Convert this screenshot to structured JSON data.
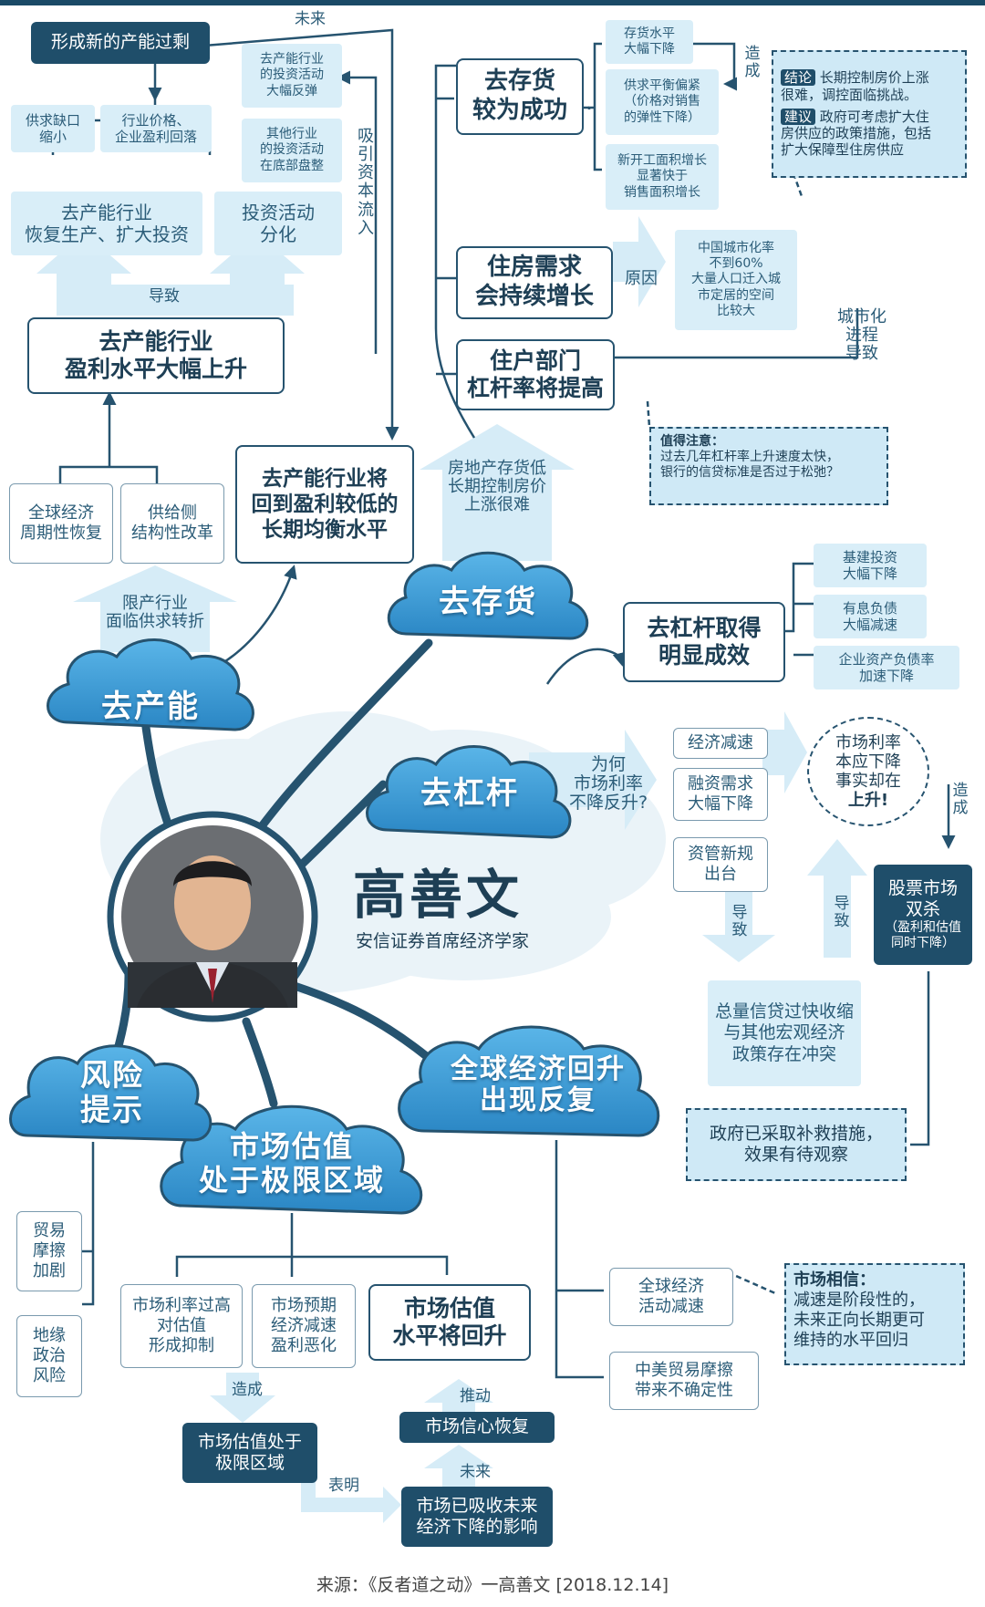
{
  "center": {
    "name": "高善文",
    "title": "安信证券首席经济学家"
  },
  "source": "来源：《反者道之动》一高善文 [2018.12.14]",
  "colors": {
    "dark": "#1f4e6a",
    "light": "#d9eef8",
    "cloud": "#3d9ad4",
    "line": "#26536f"
  },
  "icons": {
    "portrait": "person-portrait"
  },
  "branches": {
    "destock": "去存货",
    "decap": "去产能",
    "deleverage": "去杠杆",
    "global": "全球经济回升\n出现反复",
    "valuation": "市场估值\n处于极限区域",
    "risk": "风险\n提示"
  },
  "capacity": {
    "new_overcap": "形成新的产能过剩",
    "future_label": "未来",
    "supply_gap": "供求缺口\n缩小",
    "price_recover": "行业价格、\n企业盈利回落",
    "invest_rebound": "去产能行业\n的投资活动\n大幅反弹",
    "other_invest": "其他行业\n的投资活动\n在底部盘整",
    "resume_production": "去产能行业\n恢复生产、扩大投资",
    "invest_divergence": "投资活动\n分化",
    "attract_capital": "吸\n引\n资\n本\n流\n入",
    "lead_label": "导致",
    "profit_rise": "去产能行业\n盈利水平大幅上升",
    "global_recovery": "全球经济\n周期性恢复",
    "supply_reform": "供给侧\n结构性改革",
    "long_term_equilibrium": "去产能行业将\n回到盈利较低的\n长期均衡水平",
    "supply_demand_shift": "限产行业\n面临供求转折"
  },
  "inventory": {
    "main": "去存货\n较为成功",
    "inventory_drop": "存货水平\n大幅下降",
    "supply_tight": "供求平衡偏紧\n（价格对销售\n的弹性下降）",
    "new_construction": "新开工面积增长\n显著快于\n销售面积增长",
    "cause_label": "造\n成",
    "conclusion_tag": "结论",
    "conclusion_text": "长期控制房价上涨\n很难，调控面临挑战。",
    "advice_tag": "建议",
    "advice_text": "政府可考虑扩大住\n房供应的政策措施，包括\n扩大保障型住房供应",
    "housing_demand": "住房需求\n会持续增长",
    "reason_label": "原因",
    "urbanization": "中国城市化率\n不到60%\n大量人口迁入城\n市定居的空间\n比较大",
    "urbanization_leads": "城市化\n进程\n导致",
    "household_leverage": "住户部门\n杠杆率将提高",
    "attention_title": "值得注意：",
    "attention_text": "过去几年杠杆率上升速度太快，\n银行的信贷标准是否过于松弛？",
    "low_inventory": "房地产存货低\n长期控制房价\n上涨很难"
  },
  "leverage": {
    "main": "去杠杆取得\n明显成效",
    "infra": "基建投资\n大幅下降",
    "interest_debt": "有息负债\n大幅减速",
    "asset_ratio": "企业资产负债率\n加速下降",
    "why_question": "为何\n市场利率\n不降反升?",
    "econ_slow": "经济减速",
    "finance_drop": "融资需求\n大幅下降",
    "asset_mgmt": "资管新规\n出台",
    "rate_rise_a": "市场利率\n本应下降\n事实却在",
    "rate_rise_b": "上升!",
    "cause_label": "造\n成",
    "stock_double": "股票市场\n双杀",
    "stock_double_sub": "（盈利和估值\n同时下降）",
    "lead_a": "导\n致",
    "lead_b": "导\n致",
    "credit_conflict": "总量信贷过快收缩\n与其他宏观经济\n政策存在冲突",
    "gov_remedy": "政府已采取补救措施，\n效果有待观察"
  },
  "global": {
    "slowdown": "全球经济\n活动减速",
    "market_belief_title": "市场相信：",
    "market_belief_text": "减速是阶段性的，\n未来正向长期更可\n维持的水平回归",
    "trade_friction": "中美贸易摩擦\n带来不确定性"
  },
  "risk": {
    "trade": "贸易\n摩擦\n加剧",
    "geo": "地缘\n政治\n风险"
  },
  "valuation": {
    "rate_high": "市场利率过高\n对估值\n形成抑制",
    "expect_down": "市场预期\n经济减速\n盈利恶化",
    "val_rebound": "市场估值\n水平将回升",
    "cause_label": "造成",
    "extreme_zone": "市场估值处于\n极限区域",
    "indicates_label": "表明",
    "absorbed": "市场已吸收未来\n经济下降的影响",
    "future_label": "未来",
    "confidence": "市场信心恢复",
    "push_label": "推动"
  }
}
